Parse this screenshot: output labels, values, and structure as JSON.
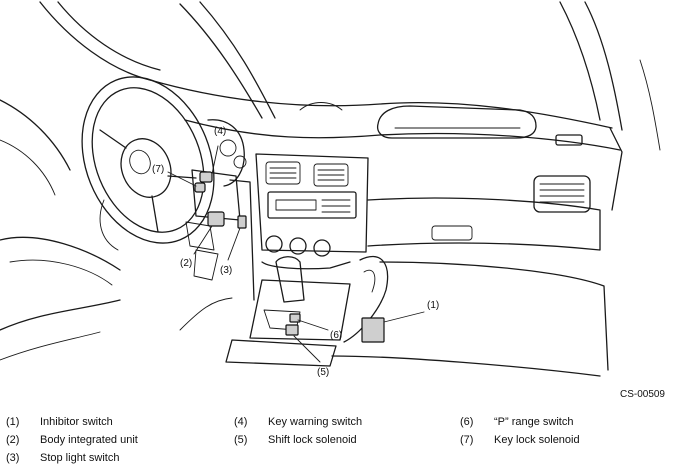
{
  "diagram": {
    "figure_code": "CS-00509",
    "callouts": [
      {
        "number": "(1)",
        "label": "Inhibitor switch"
      },
      {
        "number": "(2)",
        "label": "Body integrated unit"
      },
      {
        "number": "(3)",
        "label": "Stop light switch"
      },
      {
        "number": "(4)",
        "label": "Key warning switch"
      },
      {
        "number": "(5)",
        "label": "Shift lock solenoid"
      },
      {
        "number": "(6)",
        "label": "“P” range switch"
      },
      {
        "number": "(7)",
        "label": "Key lock solenoid"
      }
    ]
  }
}
